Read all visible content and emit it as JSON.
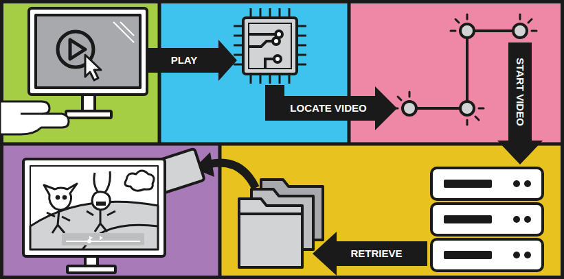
{
  "diagram": {
    "labels": [
      "PLAY",
      "LOCATE VIDEO",
      "START VIDEO",
      "RETRIEVE"
    ]
  }
}
